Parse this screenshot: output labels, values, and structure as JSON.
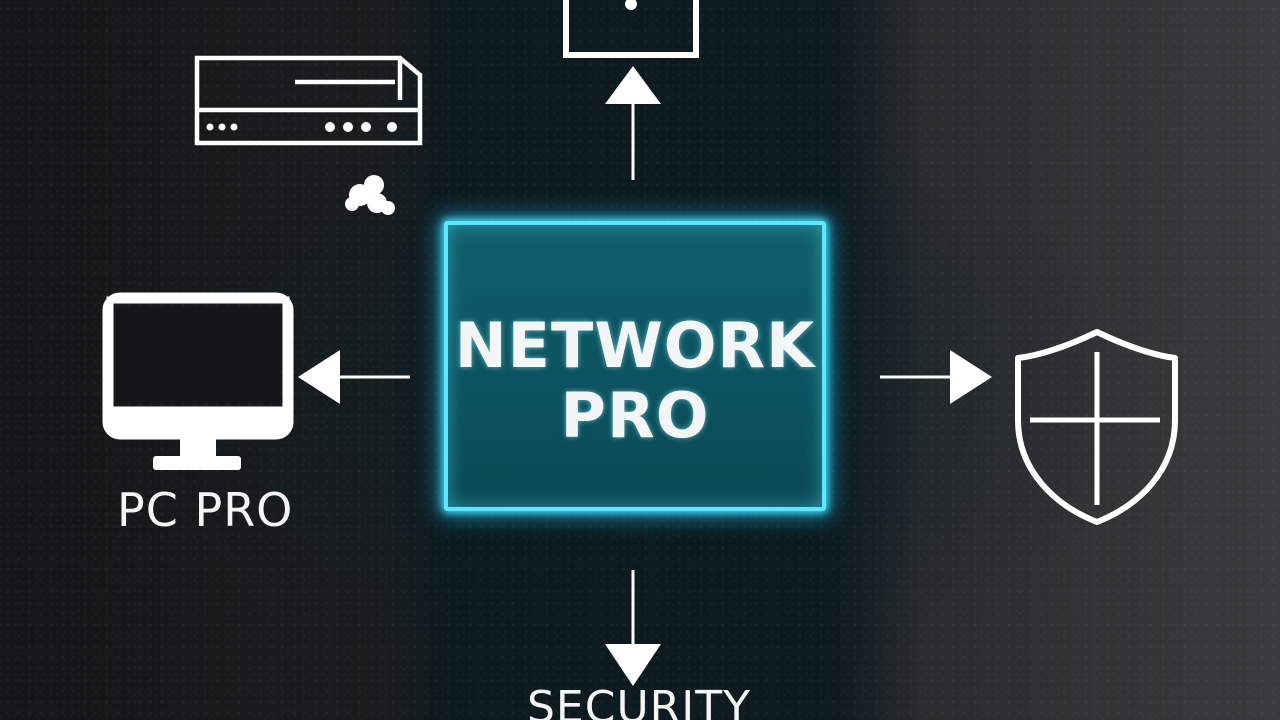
{
  "center": {
    "title": "NETWORK\nPRO"
  },
  "labels": {
    "pc": "PC PRO",
    "security": "SECURITY"
  },
  "colors": {
    "glow": "#5fe6ff",
    "box_fill": "#0a4956",
    "icon": "#ffffff",
    "background": "#141617"
  },
  "icons": {
    "top": "lock-icon",
    "router": "router-icon",
    "pc": "monitor-icon",
    "right": "shield-icon",
    "cloud": "cloud-icon"
  }
}
